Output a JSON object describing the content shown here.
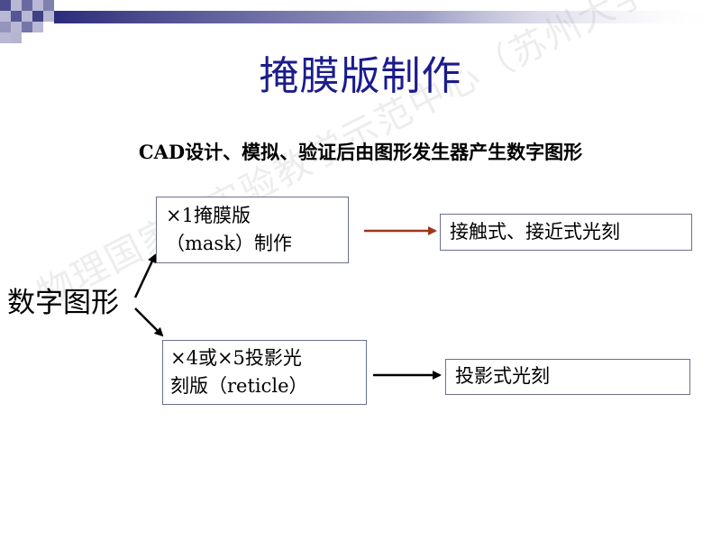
{
  "slide": {
    "title": "掩膜版制作",
    "subtitle": "CAD设计、模拟、验证后由图形发生器产生数字图形",
    "digital_label": "数字图形",
    "mask_box": {
      "line1": "×1掩膜版",
      "line2": "（mask）制作"
    },
    "reticle_box": {
      "line1": "×4或×5投影光",
      "line2": "刻版（reticle）"
    },
    "contact_box": "接触式、接近式光刻",
    "projection_box": "投影式光刻",
    "watermark": "物理国家级实验教学示范中心（苏州大学）"
  },
  "colors": {
    "title": "#1c1c8c",
    "arrow_top": "#a0351a",
    "arrow_other": "#000000",
    "checker": "#2b2b7a",
    "box_border": "#6b6f8e"
  }
}
